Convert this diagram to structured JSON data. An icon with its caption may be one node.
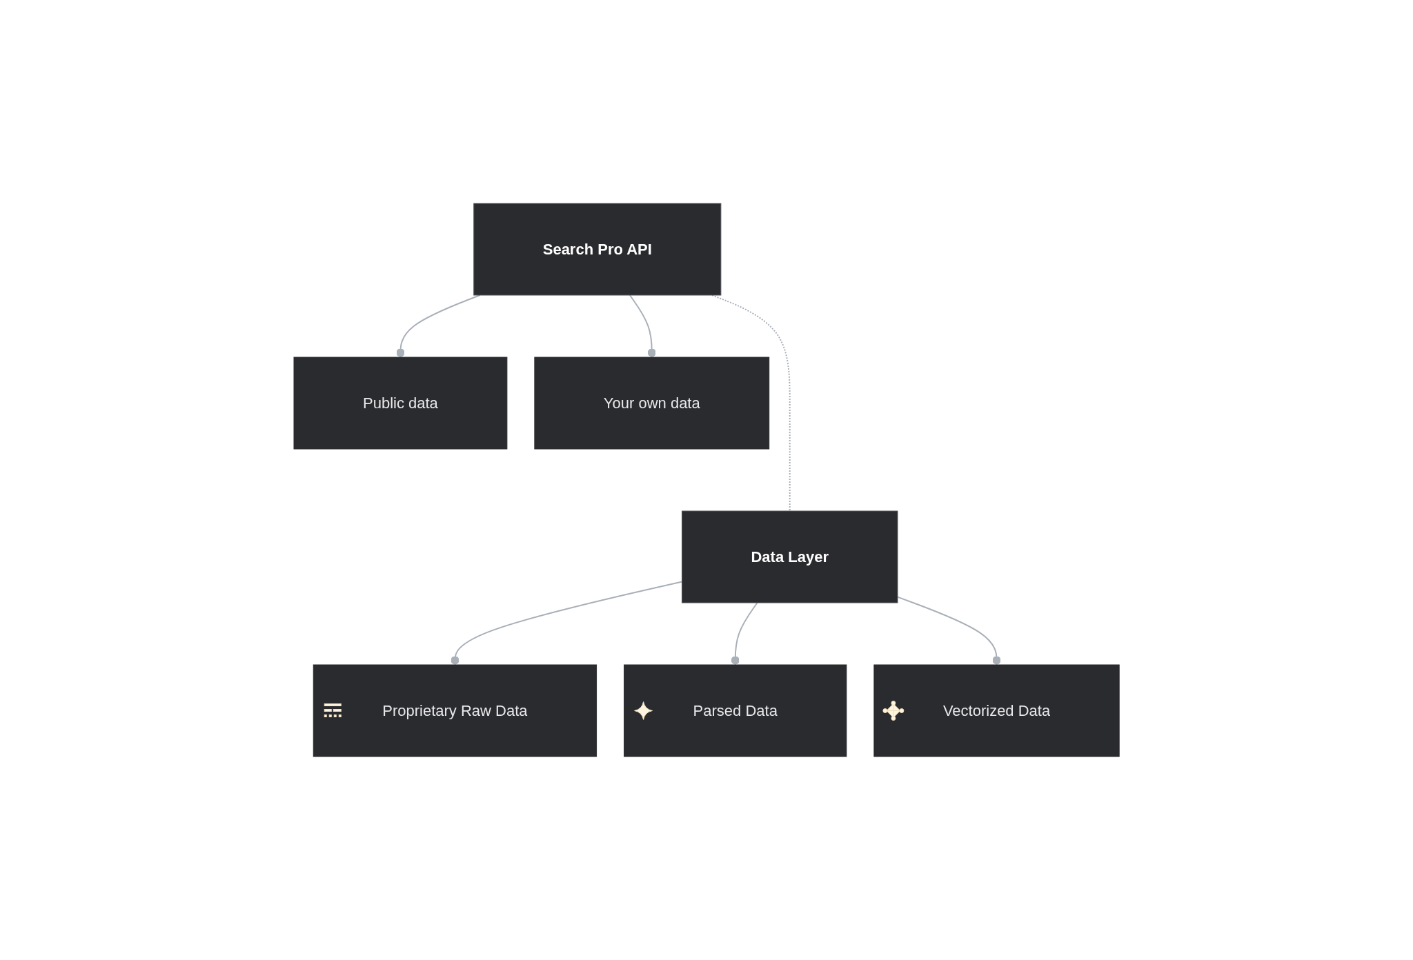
{
  "diagram": {
    "nodes": [
      {
        "text": [
          "Search Pro API"
        ]
      },
      {
        "text": [
          "Data Layer"
        ]
      },
      {
        "text": [
          "Public data"
        ]
      },
      {
        "text": [
          "Your own data"
        ]
      },
      {
        "text": [
          "Proprietary Raw Data"
        ]
      },
      {
        "text": [
          "Parsed Data"
        ]
      },
      {
        "text": [
          "Vectorized Data"
        ]
      }
    ],
    "edges": [
      {
        "from": 0,
        "to": 1,
        "arrow": "none",
        "style": "dashed"
      },
      {
        "from": 0,
        "to": 2,
        "arrow": "other"
      },
      {
        "from": 0,
        "to": 3,
        "arrow": "other"
      },
      {
        "from": 1,
        "to": 4,
        "arrow": "other"
      },
      {
        "from": 1,
        "to": 5,
        "arrow": "other"
      },
      {
        "from": 1,
        "to": 6,
        "arrow": "other"
      }
    ]
  }
}
